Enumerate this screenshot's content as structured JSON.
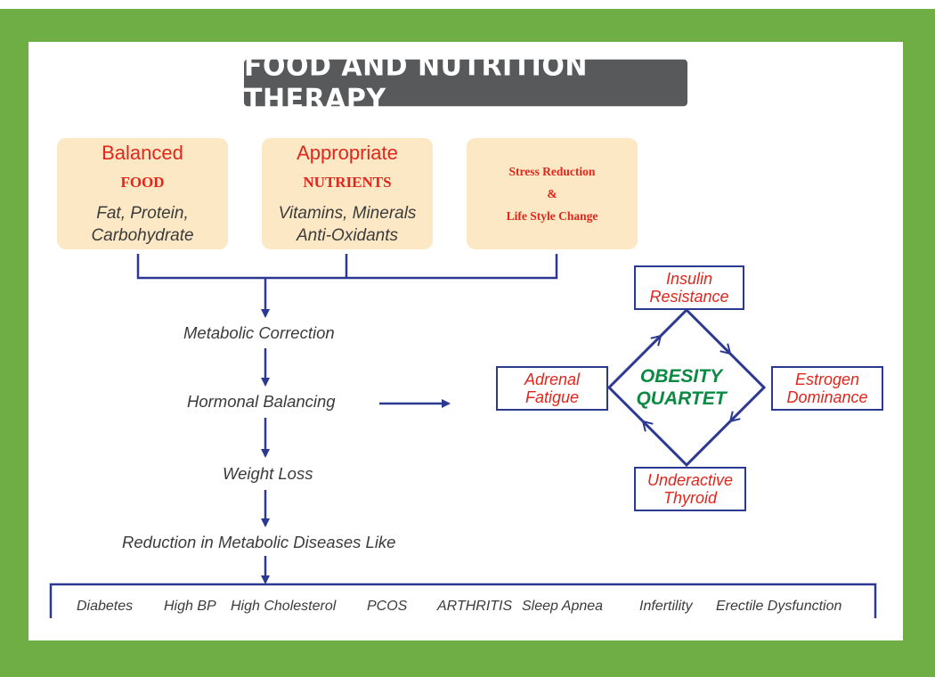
{
  "title": "FOOD AND NUTRITION THERAPY",
  "boxes": [
    {
      "heading": "Balanced",
      "subheading": "FOOD",
      "line1": "Fat, Protein,",
      "line2": "Carbohydrate"
    },
    {
      "heading": "Appropriate",
      "subheading": "NUTRIENTS",
      "line1": "Vitamins, Minerals",
      "line2": "Anti-Oxidants"
    },
    {
      "line1": "Stress Reduction",
      "line2": "&",
      "line3": "Life Style Change"
    }
  ],
  "flow": {
    "step1": "Metabolic Correction",
    "step2": "Hormonal Balancing",
    "step3": "Weight Loss",
    "step4": "Reduction in Metabolic Diseases Like"
  },
  "quartet": {
    "center_line1": "OBESITY",
    "center_line2": "QUARTET",
    "top_line1": "Insulin",
    "top_line2": "Resistance",
    "right_line1": "Estrogen",
    "right_line2": "Dominance",
    "bottom_line1": "Underactive",
    "bottom_line2": "Thyroid",
    "left_line1": "Adrenal",
    "left_line2": "Fatigue"
  },
  "diseases": [
    "Diabetes",
    "High BP",
    "High Cholesterol",
    "PCOS",
    "ARTHRITIS",
    "Sleep Apnea",
    "Infertility",
    "Erectile Dysfunction"
  ],
  "colors": {
    "frame": "#6fae45",
    "title_bg": "#58595b",
    "box_bg": "#fce8c4",
    "accent_red": "#e1261c",
    "line_blue": "#2b3990",
    "quartet_green": "#0c8a43"
  }
}
